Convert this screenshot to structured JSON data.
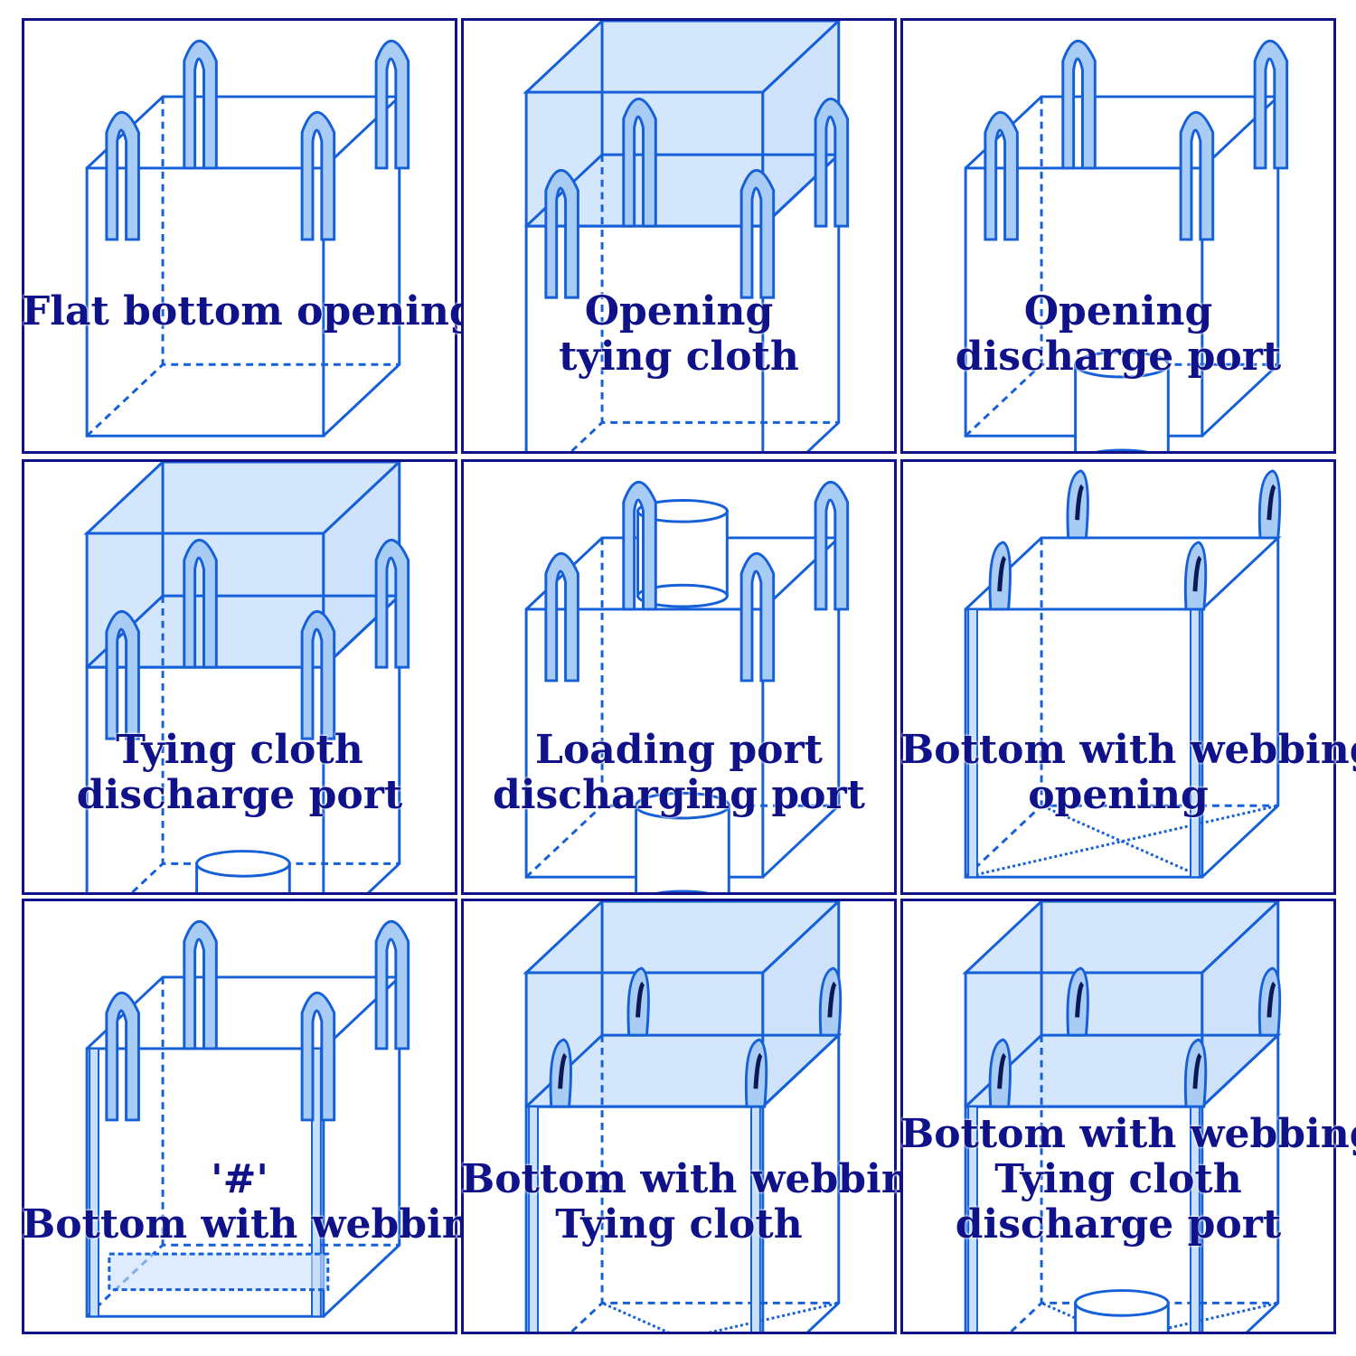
{
  "colors": {
    "frame": "#10128a",
    "outline": "#1560d8",
    "fill": "#c9e0fb",
    "loop_fill": "#a9ccf5",
    "text": "#10128a"
  },
  "panels": [
    {
      "id": "flat-bottom-opening",
      "lines": [
        "Flat bottom opening"
      ],
      "top": "open",
      "bottom": "flat",
      "handles": "cross-corner",
      "webbing": false
    },
    {
      "id": "opening-tying-cloth",
      "lines": [
        "Opening",
        "tying cloth"
      ],
      "top": "tying-cloth",
      "bottom": "flat",
      "handles": "cross-corner",
      "webbing": false
    },
    {
      "id": "opening-discharge-port",
      "lines": [
        "Opening",
        "discharge port"
      ],
      "top": "open",
      "bottom": "discharge-port",
      "handles": "cross-corner",
      "webbing": false
    },
    {
      "id": "tying-cloth-discharge-port",
      "lines": [
        "Tying cloth",
        "discharge port"
      ],
      "top": "tying-cloth",
      "bottom": "discharge-port",
      "handles": "cross-corner",
      "webbing": false
    },
    {
      "id": "loading-port-discharging-port",
      "lines": [
        "Loading port",
        "discharging port"
      ],
      "top": "loading-port",
      "bottom": "discharge-port",
      "handles": "cross-corner",
      "webbing": false
    },
    {
      "id": "bottom-with-webbing-opening",
      "lines": [
        "Bottom with webbing",
        "opening"
      ],
      "top": "open",
      "bottom": "webbing",
      "handles": "loop-corner",
      "webbing": true
    },
    {
      "id": "hash-bottom-with-webbing",
      "lines": [
        "'#'",
        "Bottom with webbing"
      ],
      "top": "open",
      "bottom": "hash",
      "handles": "cross-corner",
      "webbing": true
    },
    {
      "id": "bottom-with-webbing-tying-cloth",
      "lines": [
        "Bottom with webbing",
        "Tying cloth"
      ],
      "top": "tying-cloth",
      "bottom": "webbing",
      "handles": "loop-corner",
      "webbing": true
    },
    {
      "id": "bottom-with-webbing-tying-cloth-discharge-port",
      "lines": [
        "Bottom with webbing",
        "Tying cloth",
        "discharge port"
      ],
      "top": "tying-cloth",
      "bottom": "discharge-port",
      "handles": "loop-corner",
      "webbing": true
    }
  ]
}
